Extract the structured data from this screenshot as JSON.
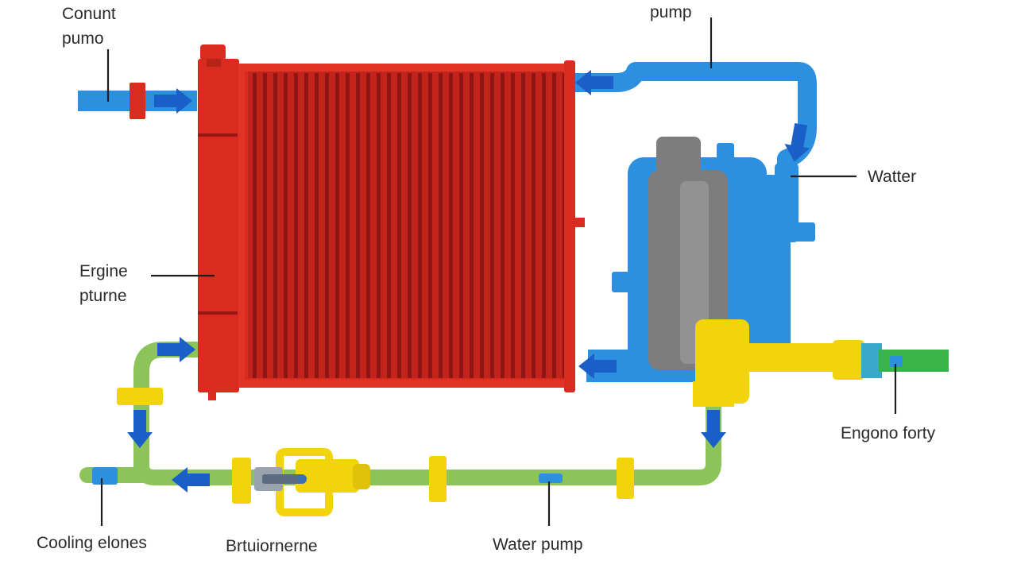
{
  "labels": {
    "coolant_pump": [
      "Conunt",
      "pumo"
    ],
    "pump_top": "pump",
    "water": "Watter",
    "engine": [
      "Ergine",
      "pturne"
    ],
    "engine_body": "Engono forty",
    "cooling": "Cooling elones",
    "thermostat": "Brtuiornerne",
    "water_pump": "Water pump"
  },
  "colors": {
    "radiator": "#d92b20",
    "radiator_fins": "#a3171a",
    "pipe_blue": "#2c8fe0",
    "pipe_green": "#8dc45a",
    "fitting_yellow": "#f2d40c",
    "engine_block": "#7d7d7d",
    "arrow": "#1a5ec7",
    "leader_line": "#1f1f1f"
  },
  "icons": [
    "flow-arrow-icon"
  ]
}
